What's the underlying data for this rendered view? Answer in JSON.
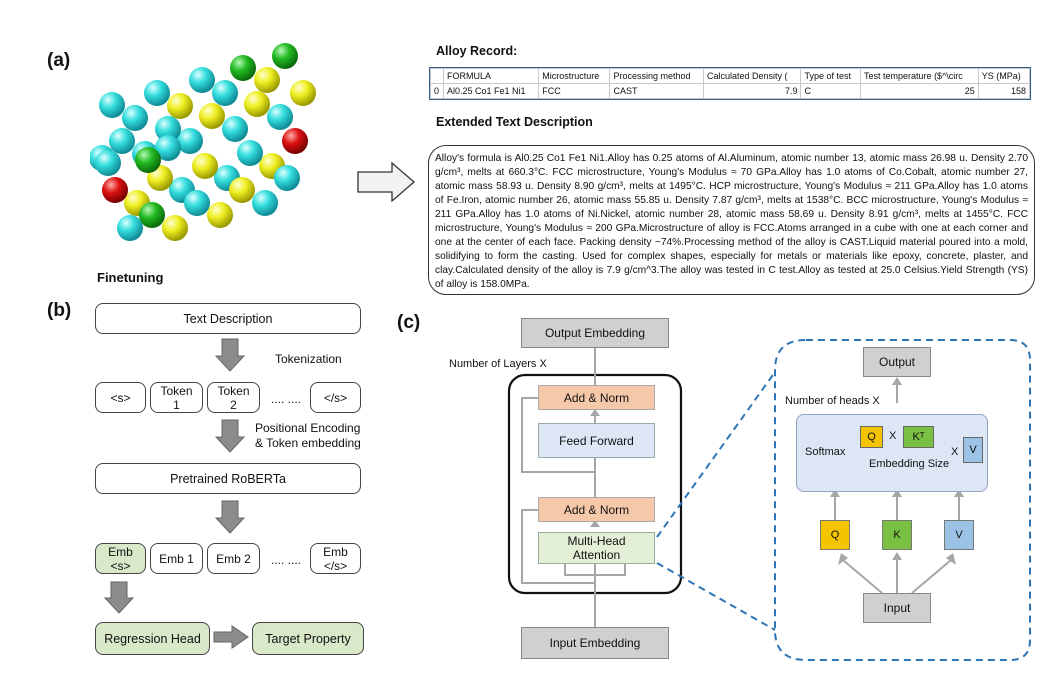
{
  "panels": {
    "a": "(a)",
    "b": "(b)",
    "c": "(c)"
  },
  "alloy_record": {
    "heading": "Alloy Record:",
    "columns": [
      "",
      "FORMULA",
      "Microstructure",
      "Processing method",
      "Calculated Density (",
      "Type of test",
      "Test temperature ($^\\circ",
      "YS (MPa)"
    ],
    "row": [
      "0",
      "Al0.25 Co1 Fe1 Ni1",
      "FCC",
      "CAST",
      "7.9",
      "C",
      "25",
      "158"
    ]
  },
  "extended": {
    "heading": "Extended Text Description",
    "text": "Alloy's formula is Al0.25 Co1 Fe1 Ni1.Alloy has 0.25 atoms of Al.Aluminum, atomic number 13, atomic mass 26.98 u. Density 2.70 g/cm³, melts at 660.3°C. FCC microstructure, Young's Modulus ≈ 70 GPa.Alloy has 1.0 atoms of Co.Cobalt, atomic number 27, atomic mass 58.93 u. Density 8.90 g/cm³, melts at 1495°C. HCP microstructure, Young's Modulus ≈ 211 GPa.Alloy has 1.0 atoms of Fe.Iron, atomic number 26, atomic mass 55.85 u. Density 7.87 g/cm³, melts at 1538°C. BCC microstructure, Young's Modulus ≈ 211 GPa.Alloy has 1.0 atoms of Ni.Nickel, atomic number 28, atomic mass 58.69 u. Density 8.91 g/cm³, melts at 1455°C. FCC microstructure, Young's Modulus ≈ 200 GPa.Microstructure of alloy is FCC.Atoms arranged in a cube with one at each corner and one at the center of each face. Packing density ~74%.Processing method of the alloy is CAST.Liquid material poured into a mold, solidifying to form the casting. Used for complex shapes, especially for metals or materials like epoxy, concrete, plaster, and clay.Calculated density of the alloy is 7.9 g/cm^3.The alloy was tested in C test.Alloy as tested at 25.0 Celsius.Yield Strength (YS) of alloy is 158.0MPa."
  },
  "finetuning": {
    "heading": "Finetuning",
    "text_description": "Text Description",
    "tokenization": "Tokenization",
    "tokens": [
      "<s>",
      "Token\n1",
      "Token\n2",
      ".... ....",
      "</s>"
    ],
    "pos_encoding": "Positional Encoding\n& Token embedding",
    "pretrained": "Pretrained RoBERTa",
    "embs": [
      "Emb\n<s>",
      "Emb 1",
      "Emb 2",
      ".... ....",
      "Emb\n</s>"
    ],
    "regression_head": "Regression Head",
    "target_property": "Target Property"
  },
  "transformer": {
    "output_embedding": "Output Embedding",
    "num_layers": "Number of Layers  X",
    "add_norm": "Add & Norm",
    "feed_forward": "Feed Forward",
    "mha": "Multi-Head\nAttention",
    "input_embedding": "Input Embedding"
  },
  "attention": {
    "output": "Output",
    "num_heads": "Number of heads  X",
    "softmax": "Softmax",
    "q": "Q",
    "x": "X",
    "kt": "Kᵀ",
    "embedding_size": "Embedding Size",
    "v": "V",
    "k": "K",
    "input": "Input"
  },
  "colors": {
    "atom_green": "#22bb22",
    "atom_yellow": "#eeee22",
    "atom_cyan": "#33dddd",
    "atom_red": "#dd1111",
    "orange": "#f6c8aa",
    "light_blue": "#dde6f5",
    "light_green": "#d8e8c8",
    "q_yellow": "#f5c400",
    "k_green": "#7ac143",
    "v_blue": "#9cc3e6",
    "dashed_blue": "#2e75b6"
  }
}
